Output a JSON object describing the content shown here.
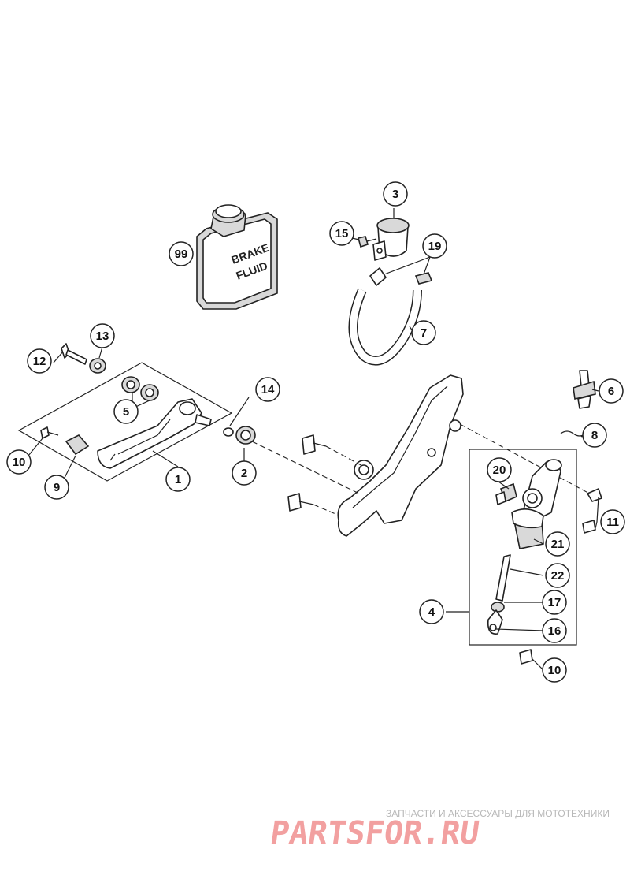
{
  "diagram": {
    "callouts": [
      "1",
      "2",
      "3",
      "4",
      "5",
      "6",
      "7",
      "8",
      "9",
      "10",
      "10",
      "11",
      "12",
      "13",
      "14",
      "15",
      "16",
      "17",
      "19",
      "20",
      "21",
      "22",
      "99"
    ],
    "bottle_label": [
      "BRAKE",
      "FLUID"
    ]
  },
  "watermark": {
    "tagline": "ЗАПЧАСТИ И АКСЕССУАРЫ ДЛЯ МОТОТЕХНИКИ",
    "logo": "PARTSFOR.RU"
  }
}
